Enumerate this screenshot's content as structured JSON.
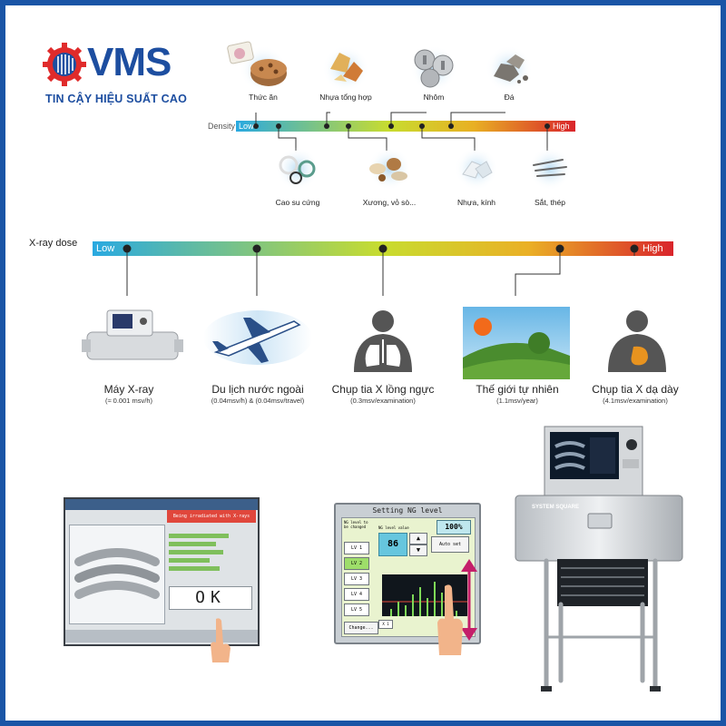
{
  "logo": {
    "brand": "VMS",
    "tagline": "TIN CẬY HIỆU SUẤT CAO",
    "color": "#1d4ea0",
    "gear_color": "#e02b2b"
  },
  "density": {
    "label": "Density",
    "low": "Low",
    "high": "High",
    "top_items": [
      {
        "label": "Thức ăn",
        "icon": "food-icon"
      },
      {
        "label": "Nhựa tổng hợp",
        "icon": "synthetic-resin-icon"
      },
      {
        "label": "Nhôm",
        "icon": "aluminum-coins-icon"
      },
      {
        "label": "Đá",
        "icon": "stones-icon"
      }
    ],
    "bottom_items": [
      {
        "label": "Cao su cứng",
        "icon": "rubber-rings-icon"
      },
      {
        "label": "Xương, vỏ sò...",
        "icon": "bones-shells-icon"
      },
      {
        "label": "Nhựa, kính",
        "icon": "plastic-glass-icon"
      },
      {
        "label": "Sắt, thép",
        "icon": "iron-nails-icon"
      }
    ]
  },
  "dose": {
    "label": "X-ray dose",
    "low": "Low",
    "high": "High",
    "items": [
      {
        "label": "Máy X-ray",
        "sub": "(≈ 0.001 msv/h)",
        "icon": "xray-machine-icon"
      },
      {
        "label": "Du lịch nước ngoài",
        "sub": "(0.04msv/h) & (0.04msv/travel)",
        "icon": "airplane-icon"
      },
      {
        "label": "Chụp tia X lồng ngực",
        "sub": "(0.3msv/examination)",
        "icon": "chest-lungs-icon"
      },
      {
        "label": "Thế giới tự nhiên",
        "sub": "(1.1msv/year)",
        "icon": "nature-landscape-icon"
      },
      {
        "label": "Chụp tia X dạ dày",
        "sub": "(4.1msv/examination)",
        "icon": "stomach-icon"
      }
    ]
  },
  "screen1": {
    "status": "Being irradiated with X-rays",
    "result": "OK"
  },
  "screen2": {
    "title": "Setting NG level",
    "percent": "100%",
    "value": "86",
    "auto": "Auto set",
    "header1": "NG level to be changed",
    "header2": "NG level value",
    "levels": [
      "LV 1",
      "LV 2",
      "LV 3",
      "LV 4",
      "LV 5"
    ],
    "change": "Change...",
    "zoom": "X 1"
  },
  "machine": {
    "brand": "SYSTEM SQUARE"
  },
  "colors": {
    "gradient_start": "#29a9e1",
    "gradient_mid": "#c8dc2f",
    "gradient_end": "#d9242b"
  }
}
